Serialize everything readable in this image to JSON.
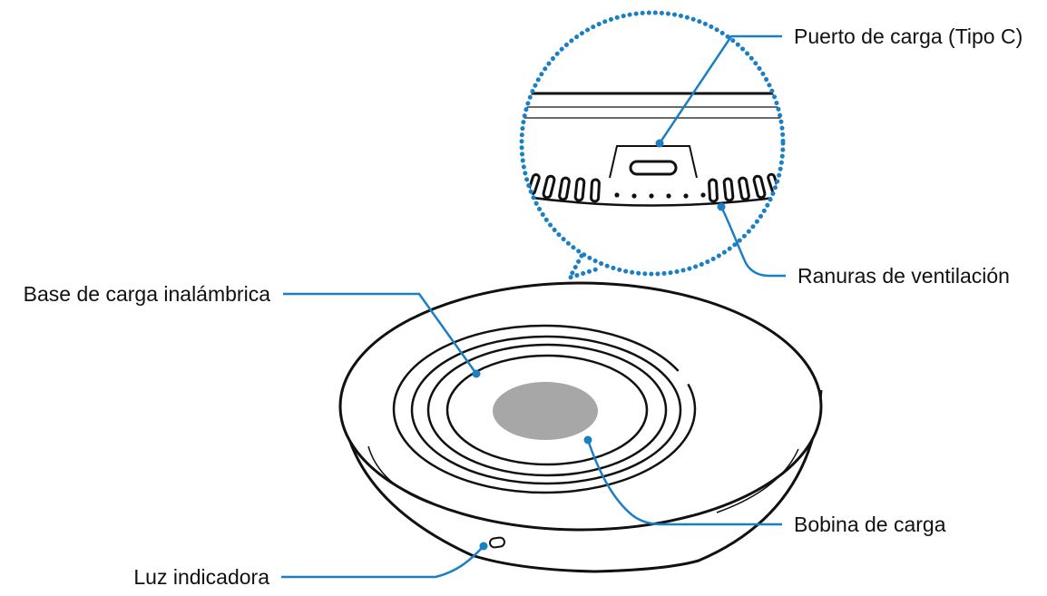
{
  "labels": {
    "port": "Puerto de carga (Tipo C)",
    "vents": "Ranuras de ventilación",
    "base": "Base de carga inalámbrica",
    "coil": "Bobina de carga",
    "led": "Luz indicadora"
  },
  "colors": {
    "leader": "#1b7fc4",
    "outline": "#111111",
    "coil": "#a7a7a7",
    "callout": "#1b7fc4"
  }
}
